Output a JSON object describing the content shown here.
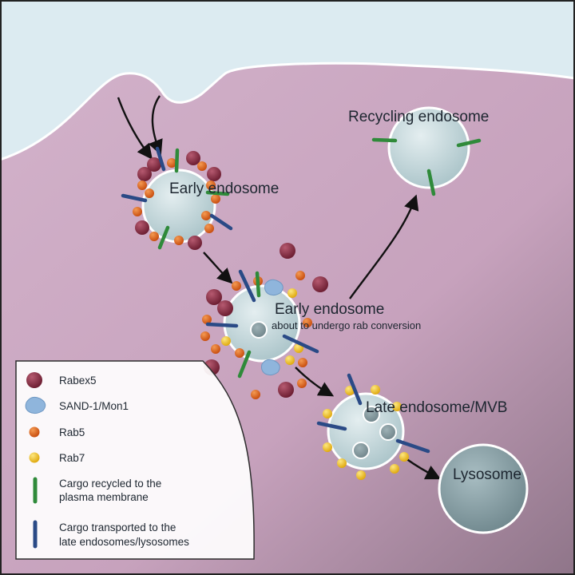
{
  "labels": {
    "early_endosome_1": "Early endosome",
    "early_endosome_2": "Early endosome",
    "early_endosome_2_sub": "about to undergo rab conversion",
    "recycling_endosome": "Recycling endosome",
    "late_endosome": "Late endosome/MVB",
    "lysosome": "Lysosome"
  },
  "legend": {
    "items": [
      {
        "symbol": "rabex5-icon",
        "label": "Rabex5"
      },
      {
        "symbol": "sand1-mon1-icon",
        "label": "SAND-1/Mon1"
      },
      {
        "symbol": "rab5-icon",
        "label": "Rab5"
      },
      {
        "symbol": "rab7-icon",
        "label": "Rab7"
      },
      {
        "symbol": "green-cargo-icon",
        "label_lines": [
          "Cargo recycled to the",
          "plasma membrane"
        ]
      },
      {
        "symbol": "blue-cargo-icon",
        "label_lines": [
          "Cargo transported to the",
          "late endosomes/lysosomes"
        ]
      }
    ]
  },
  "colors": {
    "rabex5": "#8a2e44",
    "sand1_mon1": "#8fb5dc",
    "rab5": "#e0671f",
    "rab7": "#f3c520",
    "cargo_recycled": "#2f8a3a",
    "cargo_late": "#2a4a86",
    "cytoplasm": "#c8a3bf",
    "extracellular": "#d8e9f0",
    "vesicle_fill": "#c5d9dd",
    "lysosome_fill": "#8fa7ad"
  }
}
